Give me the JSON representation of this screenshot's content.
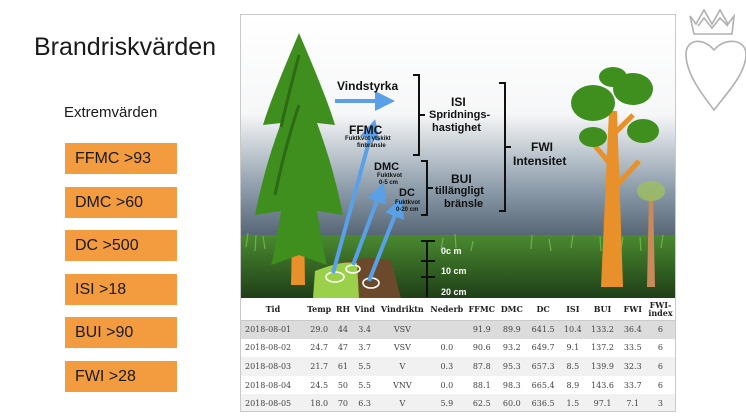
{
  "title": "Brandriskvärden",
  "extreme_heading": "Extremvärden",
  "thresholds": [
    "FFMC >93",
    "DMC >60",
    "DC >500",
    "ISI >18",
    "BUI >90",
    "FWI >28"
  ],
  "logo_icon": "crown-heart-logo-icon",
  "diagram": {
    "vindstyrka": "Vindstyrka",
    "ffmc": "FFMC",
    "ffmc_sub1": "Fuktkvot ytskikt",
    "ffmc_sub2": "finbränsle",
    "dmc": "DMC",
    "dmc_sub1": "Fuktkvot",
    "dmc_sub2": "0-5 cm",
    "dc": "DC",
    "dc_sub1": "Fuktkvot",
    "dc_sub2": "0-20 cm",
    "isi": "ISI",
    "isi_sub1": "Spridnings-",
    "isi_sub2": "hastighet",
    "bui": "BUI",
    "bui_sub1": "tillängligt",
    "bui_sub2": "bränsle",
    "fwi": "FWI",
    "fwi_sub": "Intensitet",
    "depth_0": "0c m",
    "depth_10": "10 cm",
    "depth_20": "20 cm",
    "colors": {
      "sky": "#3f4f5f",
      "grass": "#3a7a2a",
      "arrow_blue": "#5aa0e6",
      "trunk": "#e8902a",
      "foliage": "#3f8f1f"
    }
  },
  "table": {
    "headers": [
      "Tid",
      "Temp",
      "RH",
      "Vind",
      "Vindriktn",
      "Nederb",
      "FFMC",
      "DMC",
      "DC",
      "ISI",
      "BUI",
      "FWI",
      "FWI-index"
    ],
    "rows": [
      [
        "2018-08-01",
        "29.0",
        "44",
        "3.4",
        "VSV",
        "",
        "91.9",
        "89.9",
        "641.5",
        "10.4",
        "133.2",
        "36.4",
        "6"
      ],
      [
        "2018-08-02",
        "24.7",
        "47",
        "3.7",
        "VSV",
        "0.0",
        "90.6",
        "93.2",
        "649.7",
        "9.1",
        "137.2",
        "33.5",
        "6"
      ],
      [
        "2018-08-03",
        "21.7",
        "61",
        "5.5",
        "V",
        "0.3",
        "87.8",
        "95.3",
        "657.3",
        "8.5",
        "139.9",
        "32.3",
        "6"
      ],
      [
        "2018-08-04",
        "24.5",
        "50",
        "5.5",
        "VNV",
        "0.0",
        "88.1",
        "98.3",
        "665.4",
        "8.9",
        "143.6",
        "33.7",
        "6"
      ],
      [
        "2018-08-05",
        "18.0",
        "70",
        "6.3",
        "V",
        "5.9",
        "62.5",
        "60.0",
        "636.5",
        "1.5",
        "97.1",
        "7.1",
        "3"
      ]
    ]
  }
}
